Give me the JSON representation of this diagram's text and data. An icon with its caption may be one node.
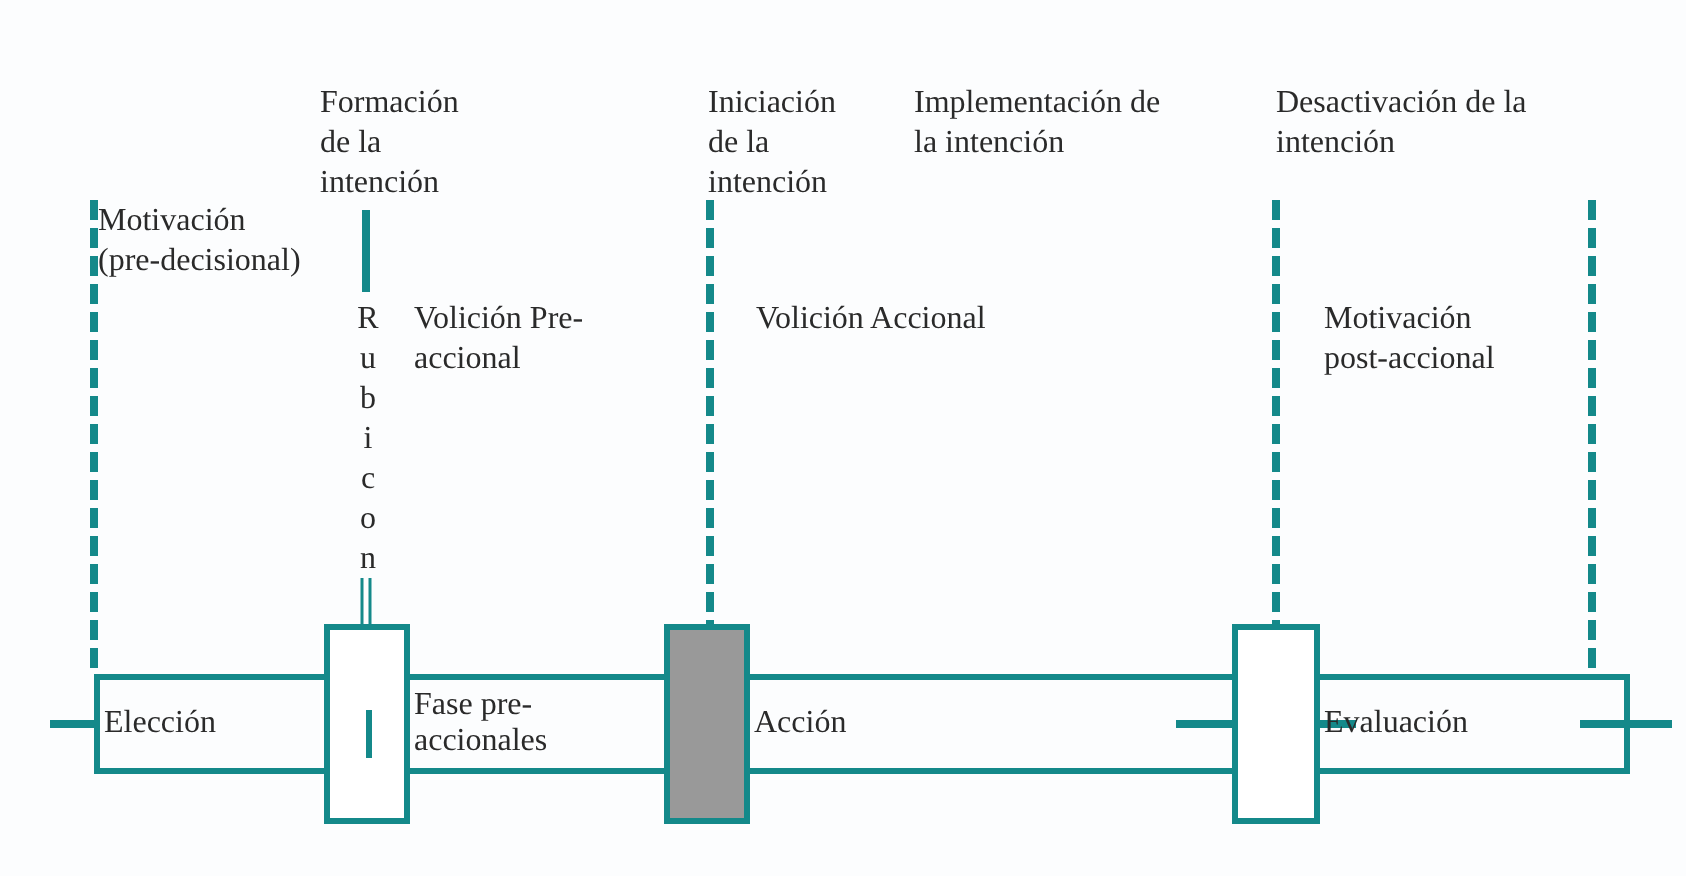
{
  "diagram": {
    "nodes": [
      {
        "text": [
          "Elección"
        ]
      },
      {
        "text": [],
        "shape": "box"
      },
      {
        "text": [
          "Fase pre-accionales"
        ]
      },
      {
        "text": [],
        "shape": "box"
      },
      {
        "text": [
          "Acción"
        ]
      },
      {
        "text": [],
        "shape": "box"
      },
      {
        "text": [
          "Evaluación"
        ]
      }
    ],
    "labels": [
      "Formación de la intención",
      "Iniciación de la intención",
      "Implementación de la intención",
      "Desactivación de la intención",
      "Motivación (pre-decisional)",
      "Rubicon",
      "Volición Pre-accional",
      "Volición Accional",
      "Motivación post-accional"
    ]
  }
}
